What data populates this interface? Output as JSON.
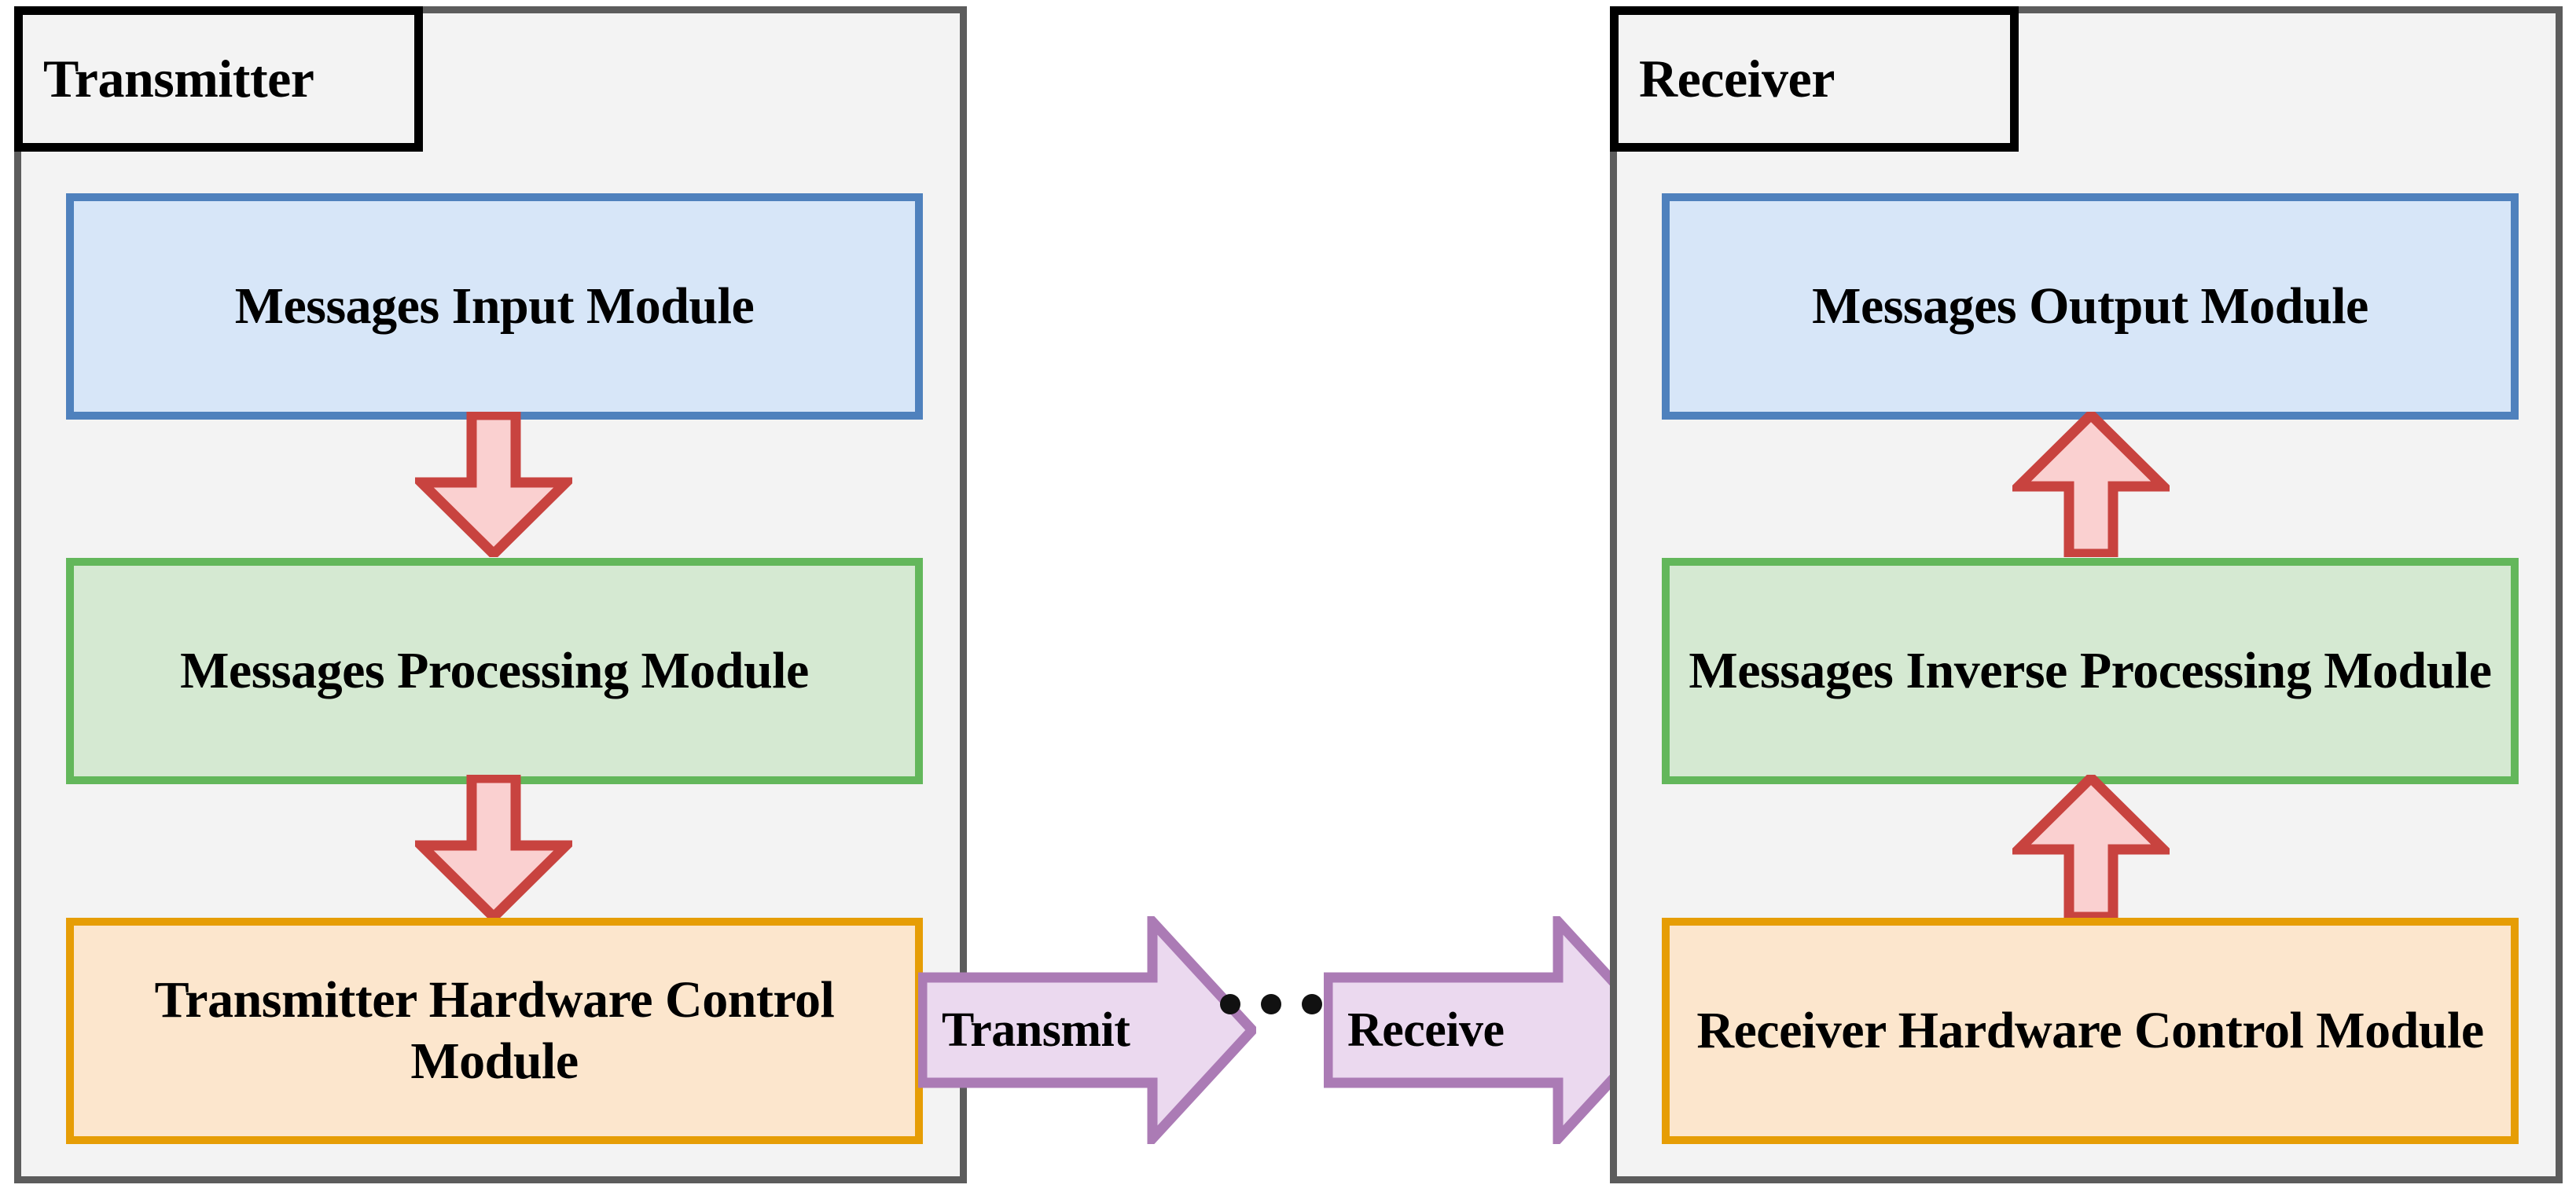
{
  "diagram": {
    "title_transmitter": "Transmitter",
    "title_receiver": "Receiver",
    "background": "#ffffff",
    "panel_fill": "#f3f3f3",
    "panel_border": "#5c5c5c",
    "transmitter": {
      "label": "Transmitter",
      "modules": [
        {
          "id": "messages-input-module",
          "label": "Messages Input Module",
          "fill": "#d7e6f8",
          "border": "#4f81bd"
        },
        {
          "id": "messages-processing-module",
          "label": "Messages Processing Module",
          "fill": "#d5e9d2",
          "border": "#63b75b"
        },
        {
          "id": "transmitter-hardware-control-module",
          "label": "Transmitter Hardware Control Module",
          "fill": "#fce6cd",
          "border": "#e69d05"
        }
      ],
      "arrows": [
        {
          "id": "tx-arrow-input-to-processing",
          "direction": "down",
          "fill": "#fad0d0",
          "border": "#c8433f"
        },
        {
          "id": "tx-arrow-processing-to-hardware",
          "direction": "down",
          "fill": "#fad0d0",
          "border": "#c8433f"
        }
      ]
    },
    "receiver": {
      "label": "Receiver",
      "modules": [
        {
          "id": "messages-output-module",
          "label": "Messages Output Module",
          "fill": "#d7e6f8",
          "border": "#4f81bd"
        },
        {
          "id": "messages-inverse-processing-module",
          "label": "Messages Inverse Processing Module",
          "fill": "#d5e9d2",
          "border": "#63b75b"
        },
        {
          "id": "receiver-hardware-control-module",
          "label": "Receiver Hardware Control Module",
          "fill": "#fce6cd",
          "border": "#e69d05"
        }
      ],
      "arrows": [
        {
          "id": "rx-arrow-inverse-to-output",
          "direction": "up",
          "fill": "#fad0d0",
          "border": "#c8433f"
        },
        {
          "id": "rx-arrow-hardware-to-inverse",
          "direction": "up",
          "fill": "#fad0d0",
          "border": "#c8433f"
        }
      ]
    },
    "channel": {
      "transmit_label": "Transmit",
      "receive_label": "Receive",
      "ellipsis": "...",
      "arrow_fill": "#ebd9ef",
      "arrow_border": "#ab7bb5"
    }
  }
}
